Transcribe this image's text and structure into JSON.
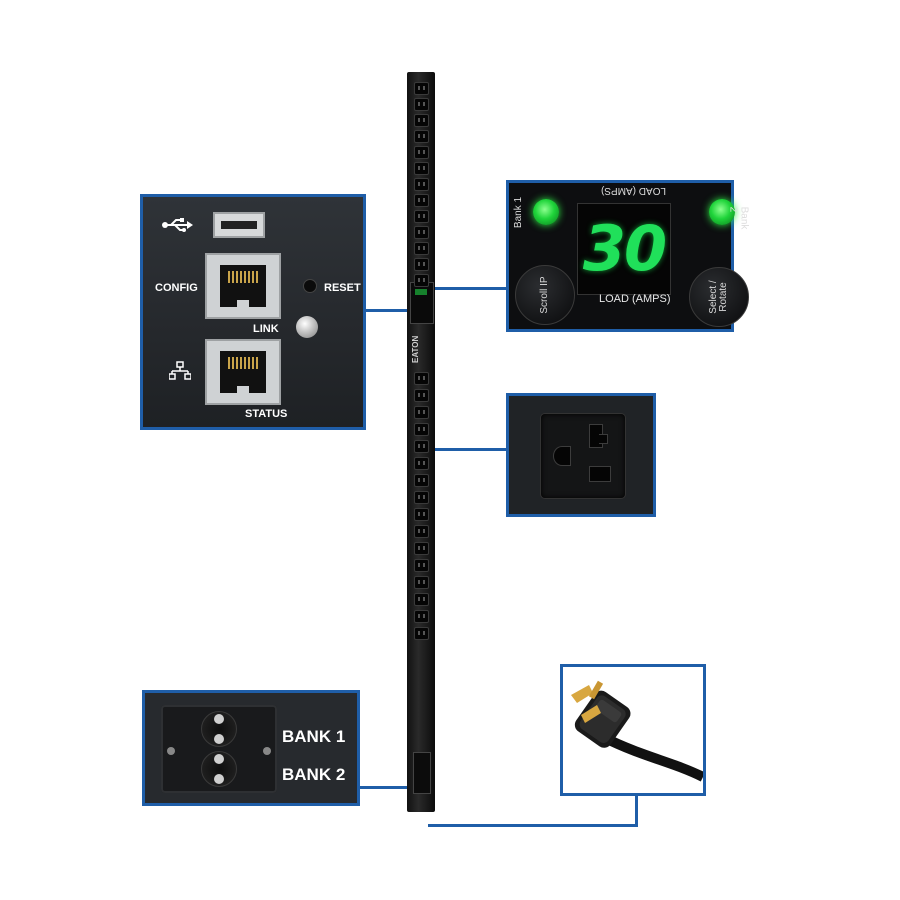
{
  "strip": {
    "logo": "EATON"
  },
  "config_panel": {
    "usb_icon": "usb-icon",
    "config_label": "CONFIG",
    "reset_label": "RESET",
    "link_label": "LINK",
    "network_icon": "network-icon",
    "status_label": "STATUS"
  },
  "lcd_panel": {
    "top_label": "LOAD (AMPS)",
    "display_value": "30",
    "bottom_label": "LOAD (AMPS)",
    "bank1_label": "Bank 1",
    "bank2_label": "Bank 2",
    "left_button": "Scroll IP",
    "right_button": "Select / Rotate"
  },
  "bank_panel": {
    "bank1_label": "BANK 1",
    "bank2_label": "BANK 2"
  },
  "colors": {
    "callout_border": "#1f5ea8",
    "led_green": "#1fd43a",
    "display_green": "#20e05a"
  }
}
